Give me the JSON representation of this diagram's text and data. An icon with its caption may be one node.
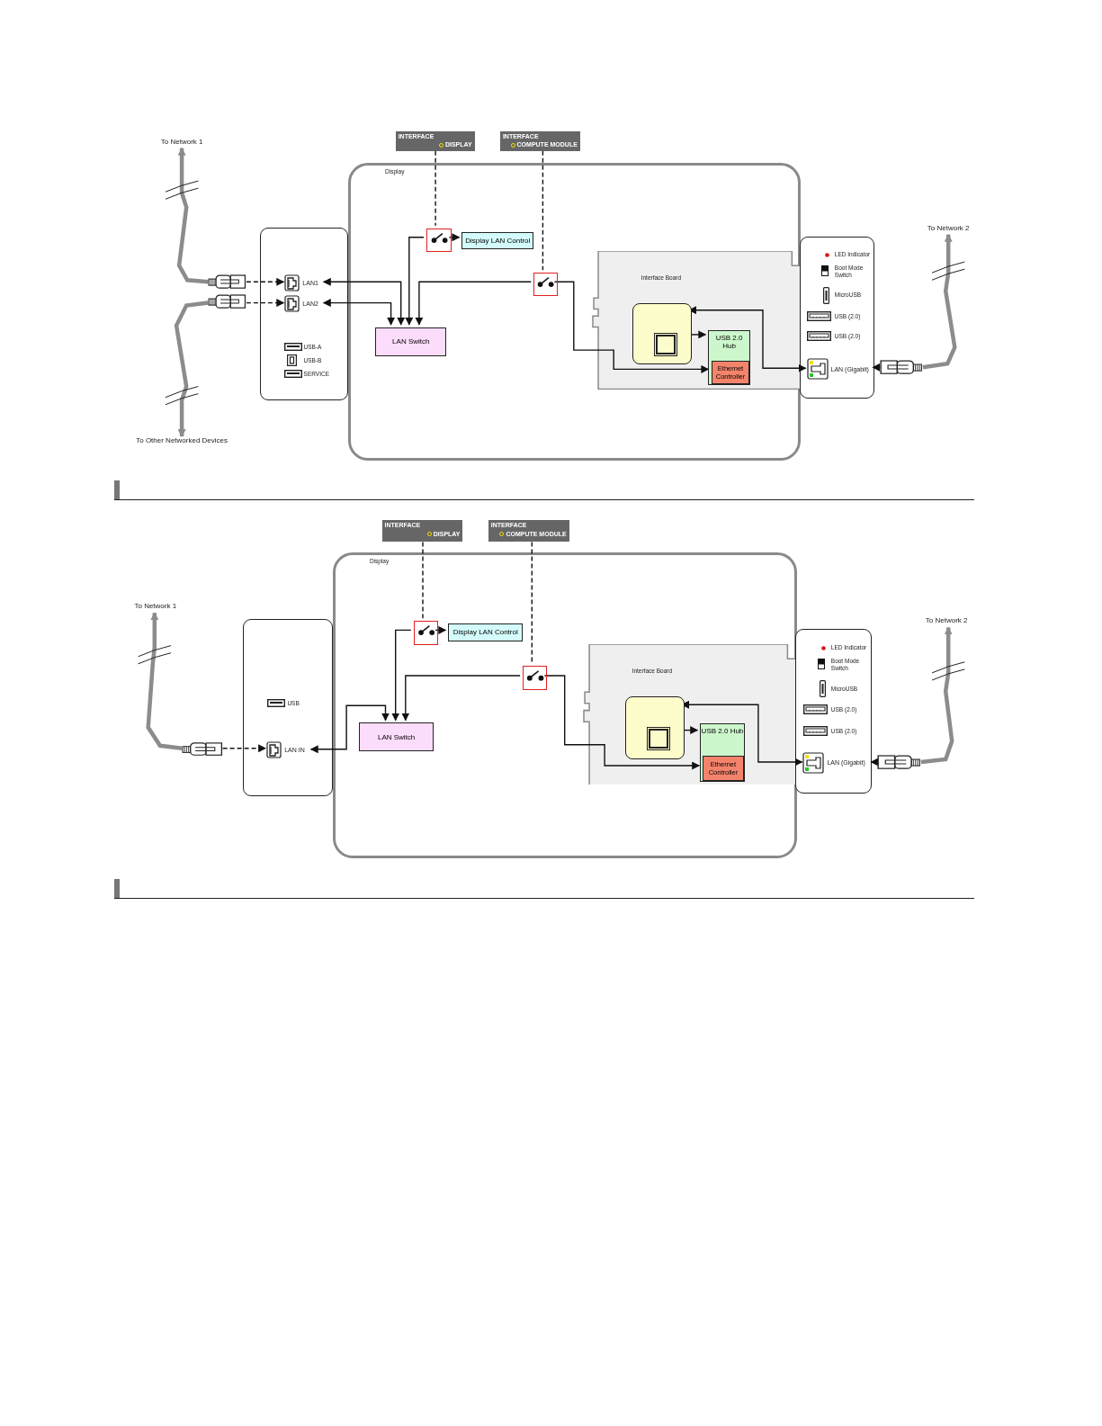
{
  "diagram": {
    "nodes": [
      {
        "text": [
          "INTERFACE",
          "DISPLAY"
        ]
      },
      {
        "text": [
          "INTERFACE",
          "COMPUTE MODULE"
        ]
      },
      {
        "text": [
          "Display"
        ]
      },
      {
        "text": [],
        "shape": "box"
      },
      {
        "text": [
          "LAN1"
        ],
        "in": 3
      },
      {
        "text": [
          "LAN2"
        ],
        "in": 3
      },
      {
        "text": [],
        "shape": "switch",
        "in": 2
      },
      {
        "text": [
          "Display LAN Control"
        ],
        "in": 2
      },
      {
        "text": [],
        "shape": "switch",
        "in": 2
      },
      {
        "text": [
          "LAN Switch"
        ],
        "in": 2
      },
      {
        "text": [
          "Interface Board"
        ],
        "in": 2
      },
      {
        "text": [],
        "shape": "box",
        "in": 10
      },
      {
        "text": [
          "USB 2.0 Hub"
        ],
        "in": 10
      },
      {
        "text": [
          "Ethernet Controller"
        ],
        "in": 12
      },
      {
        "text": [],
        "shape": "box"
      },
      {
        "text": [
          "LAN (Gigabit)"
        ],
        "in": 14
      },
      {
        "text": [
          "To Network 1"
        ]
      },
      {
        "text": [
          "To Other Networked Devices"
        ]
      },
      {
        "text": [
          "To Network 2"
        ]
      },
      {
        "text": [],
        "shape": "plug"
      },
      {
        "text": [],
        "shape": "plug"
      },
      {
        "text": [],
        "shape": "plug"
      },
      {
        "text": [
          "INTERFACE",
          "DISPLAY"
        ]
      },
      {
        "text": [
          "INTERFACE",
          "COMPUTE MODULE"
        ]
      },
      {
        "text": [
          "Display"
        ]
      },
      {
        "text": [],
        "shape": "box"
      },
      {
        "text": [
          "LAN IN"
        ],
        "in": 25
      },
      {
        "text": [],
        "shape": "switch",
        "in": 24
      },
      {
        "text": [
          "Display LAN Control"
        ],
        "in": 24
      },
      {
        "text": [],
        "shape": "switch",
        "in": 24
      },
      {
        "text": [
          "LAN Switch"
        ],
        "in": 24
      },
      {
        "text": [
          "Interface Board"
        ],
        "in": 24
      },
      {
        "text": [],
        "shape": "box",
        "in": 31
      },
      {
        "text": [
          "USB 2.0 Hub"
        ],
        "in": 31
      },
      {
        "text": [
          "Ethernet Controller"
        ],
        "in": 33
      },
      {
        "text": [],
        "shape": "box"
      },
      {
        "text": [
          "LAN (Gigabit)"
        ],
        "in": 35
      },
      {
        "text": [
          "To Network 1"
        ]
      },
      {
        "text": [
          "To Network 2"
        ]
      },
      {
        "text": [],
        "shape": "plug"
      },
      {
        "text": [],
        "shape": "plug"
      }
    ],
    "edges": [
      {
        "from": 0,
        "to": 6,
        "arrow": "none",
        "style": "dashed"
      },
      {
        "from": 1,
        "to": 8,
        "arrow": "none",
        "style": "dashed"
      },
      {
        "from": 6,
        "to": 7,
        "arrow": "to"
      },
      {
        "from": 6,
        "to": 9,
        "arrow": "to"
      },
      {
        "from": 9,
        "to": 4,
        "arrow": "both"
      },
      {
        "from": 9,
        "to": 5,
        "arrow": "both"
      },
      {
        "from": 8,
        "to": 9,
        "arrow": "to"
      },
      {
        "from": 8,
        "to": 13,
        "arrow": "to"
      },
      {
        "from": 11,
        "to": 12,
        "arrow": "to"
      },
      {
        "from": 15,
        "to": 11,
        "arrow": "both"
      },
      {
        "from": 19,
        "to": 16,
        "arrow": "to",
        "style": "thick",
        "color": "#8c8c8c"
      },
      {
        "from": 19,
        "to": 4,
        "arrow": "to",
        "style": "dashed"
      },
      {
        "from": 20,
        "to": 17,
        "arrow": "to",
        "style": "thick",
        "color": "#8c8c8c"
      },
      {
        "from": 20,
        "to": 5,
        "arrow": "to",
        "style": "dashed"
      },
      {
        "from": 21,
        "to": 18,
        "arrow": "to",
        "style": "thick",
        "color": "#8c8c8c"
      },
      {
        "from": 21,
        "to": 15,
        "arrow": "to",
        "style": "dashed"
      },
      {
        "from": 22,
        "to": 27,
        "arrow": "none",
        "style": "dashed"
      },
      {
        "from": 23,
        "to": 29,
        "arrow": "none",
        "style": "dashed"
      },
      {
        "from": 27,
        "to": 28,
        "arrow": "to"
      },
      {
        "from": 27,
        "to": 30,
        "arrow": "to"
      },
      {
        "from": 30,
        "to": 26,
        "arrow": "both"
      },
      {
        "from": 29,
        "to": 30,
        "arrow": "to"
      },
      {
        "from": 29,
        "to": 34,
        "arrow": "to"
      },
      {
        "from": 32,
        "to": 33,
        "arrow": "to"
      },
      {
        "from": 36,
        "to": 32,
        "arrow": "both"
      },
      {
        "from": 39,
        "to": 37,
        "arrow": "to",
        "style": "thick",
        "color": "#8c8c8c"
      },
      {
        "from": 39,
        "to": 26,
        "arrow": "to",
        "style": "dashed"
      },
      {
        "from": 40,
        "to": 38,
        "arrow": "to",
        "style": "thick",
        "color": "#8c8c8c"
      },
      {
        "from": 40,
        "to": 36,
        "arrow": "to",
        "style": "dashed"
      }
    ],
    "labels": [
      "USB-A",
      "USB-B",
      "SERVICE",
      "LED Indicator",
      "Boot Mode Switch",
      "MicroUSB",
      "USB (2.0)",
      "USB (2.0)",
      "USB",
      "LED Indicator",
      "Boot Mode Switch",
      "MicroUSB",
      "USB (2.0)",
      "USB (2.0)"
    ]
  }
}
